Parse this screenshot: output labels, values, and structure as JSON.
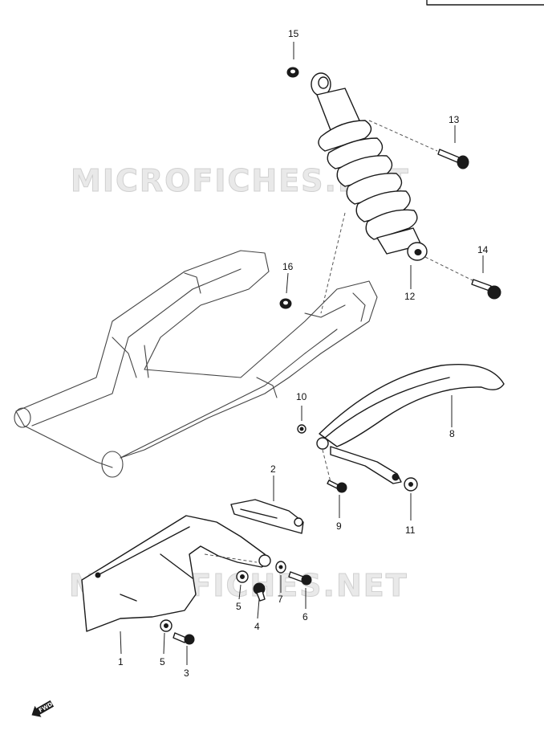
{
  "watermarks": [
    "MICROFICHES.NET",
    "MICROFICHES.NET"
  ],
  "callouts": [
    {
      "id": "part-15",
      "label": "15"
    },
    {
      "id": "part-13",
      "label": "13"
    },
    {
      "id": "part-14",
      "label": "14"
    },
    {
      "id": "part-12",
      "label": "12"
    },
    {
      "id": "part-16",
      "label": "16"
    },
    {
      "id": "part-10",
      "label": "10"
    },
    {
      "id": "part-8",
      "label": "8"
    },
    {
      "id": "part-2",
      "label": "2"
    },
    {
      "id": "part-9",
      "label": "9"
    },
    {
      "id": "part-11",
      "label": "11"
    },
    {
      "id": "part-7",
      "label": "7"
    },
    {
      "id": "part-6",
      "label": "6"
    },
    {
      "id": "part-5a",
      "label": "5"
    },
    {
      "id": "part-4",
      "label": "4"
    },
    {
      "id": "part-1",
      "label": "1"
    },
    {
      "id": "part-5b",
      "label": "5"
    },
    {
      "id": "part-3",
      "label": "3"
    }
  ],
  "fwd_badge": "FWD"
}
